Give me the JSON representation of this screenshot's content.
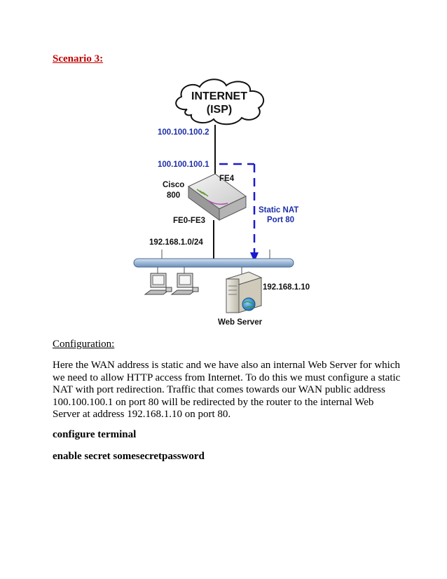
{
  "scenario_heading": "Scenario 3:",
  "diagram": {
    "cloud_title": "INTERNET",
    "cloud_subtitle": "(ISP)",
    "isp_address": "100.100.100.2",
    "router_wan_address": "100.100.100.1",
    "router_name_line1": "Cisco",
    "router_name_line2": "800",
    "wan_port": "FE4",
    "lan_ports": "FE0-FE3",
    "lan_network": "192.168.1.0/24",
    "nat_label_line1": "Static NAT",
    "nat_label_line2": "Port 80",
    "server_address": "192.168.1.10",
    "server_label": "Web Server",
    "colors": {
      "blue_label": "#1c2fa8",
      "nat_arrow": "#1a1ad0",
      "lan_bus": "#9bb8d8"
    }
  },
  "config_heading": "Configuration:",
  "body_text": "Here the WAN address is static and we have also an internal Web Server for which we need to allow HTTP access from Internet. To do this we must configure a static NAT with port redirection. Traffic that comes towards our WAN public address 100.100.100.1 on port 80 will be redirected by the router to the internal Web Server at address 192.168.1.10 on port 80.",
  "commands": [
    "configure terminal",
    "enable secret somesecretpassword"
  ]
}
